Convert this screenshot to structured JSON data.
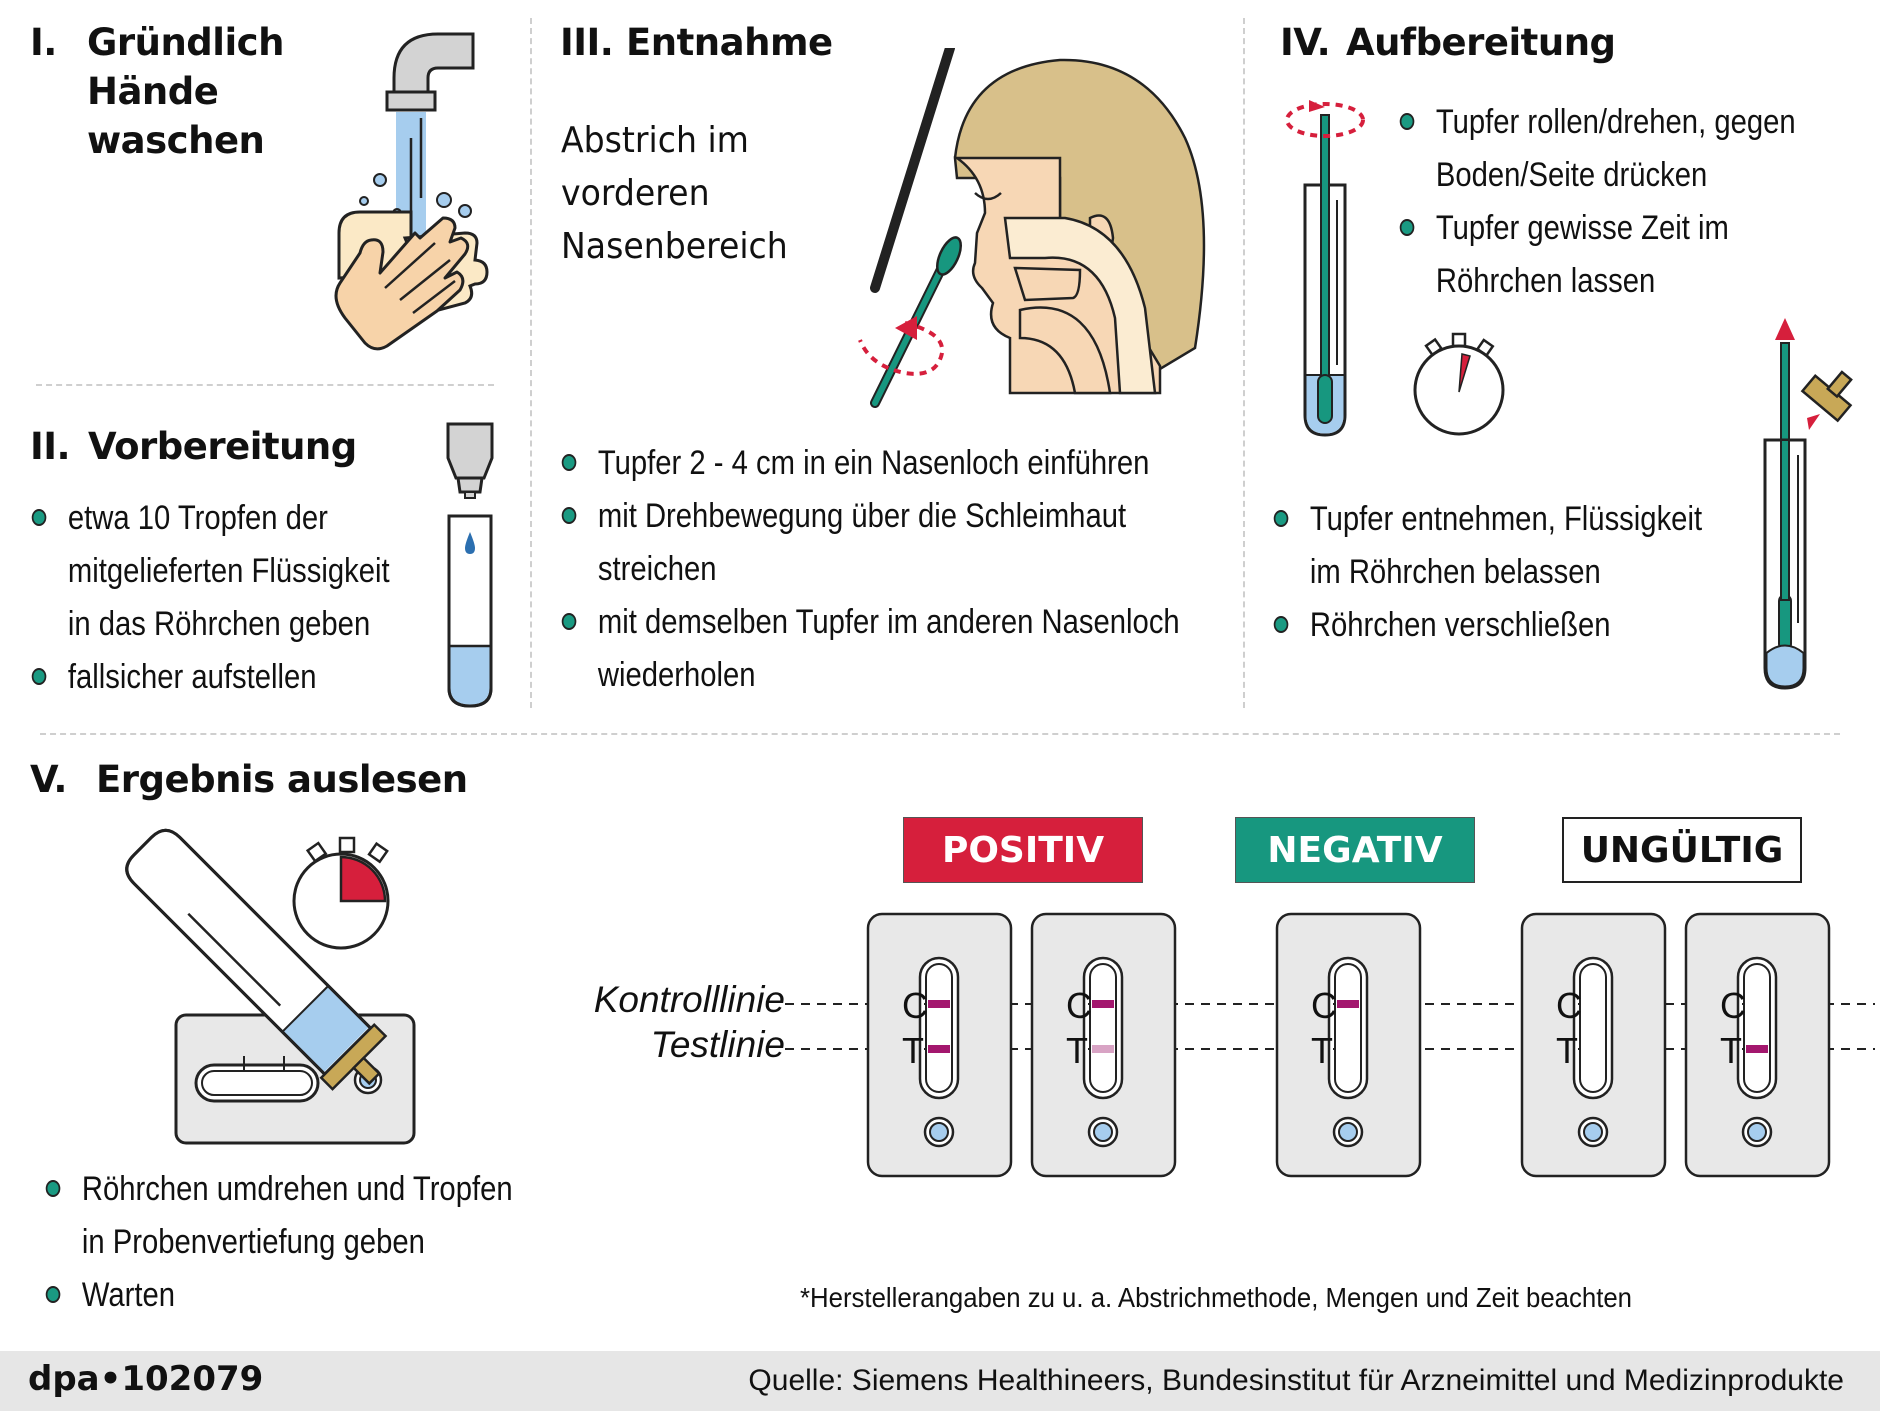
{
  "sections": {
    "s1": {
      "number": "I.",
      "title": "Gründlich\nHände\nwaschen"
    },
    "s2": {
      "number": "II.",
      "title": "Vorbereitung",
      "bullets": [
        "etwa 10 Tropfen der\nmitgelieferten Flüssigkeit\nin das Röhrchen geben",
        "fallsicher aufstellen"
      ]
    },
    "s3": {
      "number": "III.",
      "title": "Entnahme",
      "subtitle": "Abstrich im\nvorderen\nNasenbereich",
      "bullets": [
        "Tupfer 2 - 4 cm in ein Nasenloch einführen",
        "mit Drehbewegung über die Schleimhaut\nstreichen",
        "mit demselben Tupfer im anderen Nasenloch\nwiederholen"
      ]
    },
    "s4": {
      "number": "IV.",
      "title": "Aufbereitung",
      "bullets_top": [
        "Tupfer rollen/drehen, gegen\nBoden/Seite drücken",
        "Tupfer gewisse Zeit im\nRöhrchen lassen"
      ],
      "bullets_bottom": [
        "Tupfer entnehmen, Flüssigkeit\nim Röhrchen belassen",
        "Röhrchen verschließen"
      ]
    },
    "s5": {
      "number": "V.",
      "title": "Ergebnis auslesen",
      "bullets": [
        "Röhrchen umdrehen und Tropfen\nin Probenvertiefung geben",
        "Warten"
      ],
      "line_labels": {
        "control": "Kontrolllinie",
        "test": "Testlinie"
      },
      "results": [
        {
          "label": "POSITIV",
          "bg": "#d61f3c",
          "fg": "#ffffff",
          "cassettes": [
            {
              "c": "strong",
              "t": "strong"
            },
            {
              "c": "strong",
              "t": "faint"
            }
          ]
        },
        {
          "label": "NEGATIV",
          "bg": "#17977f",
          "fg": "#ffffff",
          "cassettes": [
            {
              "c": "strong",
              "t": "none"
            }
          ]
        },
        {
          "label": "UNGÜLTIG",
          "bg": "#ffffff",
          "fg": "#111111",
          "cassettes": [
            {
              "c": "none",
              "t": "none"
            },
            {
              "c": "none",
              "t": "strong"
            }
          ]
        }
      ],
      "cassette_letters": {
        "c": "C",
        "t": "T"
      }
    }
  },
  "colors": {
    "teal": "#1a9a82",
    "red": "#d61f3c",
    "line_strong": "#a3176e",
    "line_faint": "#d8a3c4",
    "liquid": "#a6cdee",
    "skin": "#f7d7b5",
    "hair": "#d8c08a",
    "gray_panel": "#e8e8e8"
  },
  "footnote": "*Herstellerangaben zu u. a. Abstrichmethode, Mengen und Zeit beachten",
  "footer": {
    "id": "dpa•102079",
    "source": "Quelle: Siemens Healthineers, Bundesinstitut für Arzneimittel und Medizinprodukte"
  }
}
